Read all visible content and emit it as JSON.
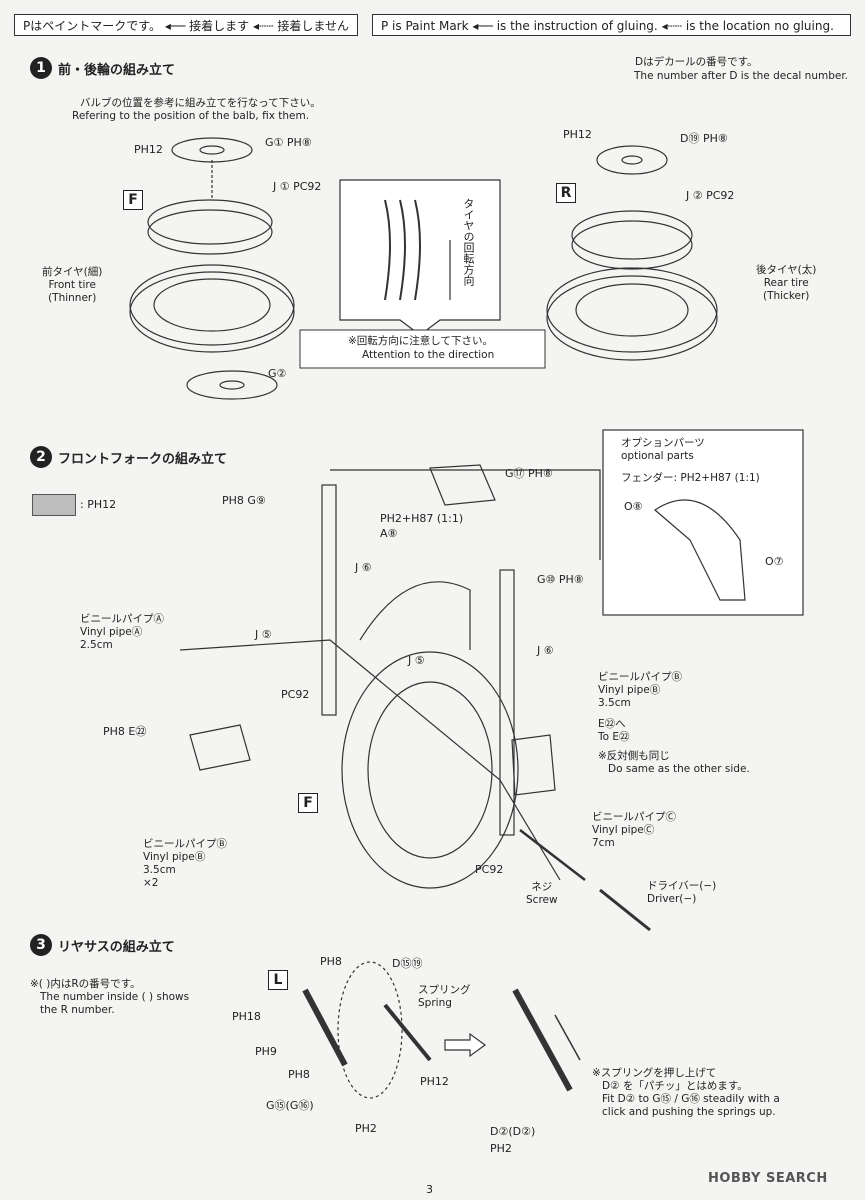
{
  "legend_jp": {
    "paint": "Pはペイントマークです。",
    "glue": "接着します",
    "noglue": "接着しません"
  },
  "legend_en": {
    "paint": "P is Paint Mark",
    "glue": "is the instruction of gluing.",
    "noglue": "is the location no gluing."
  },
  "decal_note": {
    "jp": "Dはデカールの番号です。",
    "en": "The number after D is the decal number."
  },
  "sections": [
    {
      "number": "1",
      "title": "前・後輪の組み立て"
    },
    {
      "number": "2",
      "title": "フロントフォークの組み立て"
    },
    {
      "number": "3",
      "title": "リヤサスの組み立て"
    }
  ],
  "s1": {
    "valve_jp": "バルブの位置を参考に組み立てを行なって下さい。",
    "valve_en": "Refering to the position of the balb, fix them.",
    "box_front": "F",
    "box_rear": "R",
    "front_tire": [
      "前タイヤ(細)",
      "Front tire",
      "(Thinner)"
    ],
    "rear_tire": [
      "後タイヤ(太)",
      "Rear tire",
      "(Thicker)"
    ],
    "parts_front": [
      "G①  PH⑧",
      "J ①  PC92",
      "G②",
      "PH12"
    ],
    "parts_rear": [
      "D⑲  PH⑧",
      "J ②  PC92",
      "PH12"
    ],
    "rotation_jp": "タイヤの回転方向",
    "direction_note_jp": "※回転方向に注意して下さい。",
    "direction_note_en": "Attention to the direction"
  },
  "s2": {
    "swatch_label": ": PH12",
    "option_title": [
      "オプションパーツ",
      "optional parts"
    ],
    "fender": "フェンダー: PH2+H87 (1:1)",
    "option_parts": [
      "O⑧",
      "O⑦"
    ],
    "parts": [
      "PH8  G⑨",
      "G⑰  PH⑧",
      "PH2+H87 (1:1)",
      "A⑧",
      "J ⑥",
      "J ⑤",
      "G⑩  PH⑧",
      "PC92",
      "J ⑤",
      "J ⑥",
      "PH8  E㉒",
      "PC92"
    ],
    "vinyl_a": [
      "ビニールパイプⒶ",
      "Vinyl pipeⒶ",
      "2.5cm"
    ],
    "vinyl_b_right": [
      "ビニールパイプⒷ",
      "Vinyl pipeⒷ",
      "3.5cm"
    ],
    "to_e22": [
      "E㉒へ",
      "To E㉒"
    ],
    "same_side": [
      "※反対側も同じ",
      "Do same as the other side."
    ],
    "vinyl_c": [
      "ビニールパイプⒸ",
      "Vinyl pipeⒸ",
      "7cm"
    ],
    "vinyl_b_left": [
      "ビニールパイプⒷ",
      "Vinyl pipeⒷ",
      "3.5cm",
      "×2"
    ],
    "screw": [
      "ネジ",
      "Screw"
    ],
    "driver": [
      "ドライバー(−)",
      "Driver(−)"
    ],
    "box_front": "F"
  },
  "s3": {
    "note": [
      "※(  )内はRの番号です。",
      "The number inside (  ) shows",
      "the R number."
    ],
    "box_left": "L",
    "parts": [
      "PH8",
      "D⑮⑲",
      "PH18",
      "PH9",
      "PH8",
      "PH12",
      "G⑮(G⑯)",
      "PH2",
      "D②(D②)",
      "PH2"
    ],
    "spring": [
      "スプリング",
      "Spring"
    ],
    "push_note": [
      "※スプリングを押し上げて",
      "D② を「パチッ」とはめます。",
      "Fit D② to G⑮ / G⑯ steadily with a",
      "click and pushing the springs up."
    ]
  },
  "page_number": "3",
  "watermark": "HOBBY SEARCH"
}
